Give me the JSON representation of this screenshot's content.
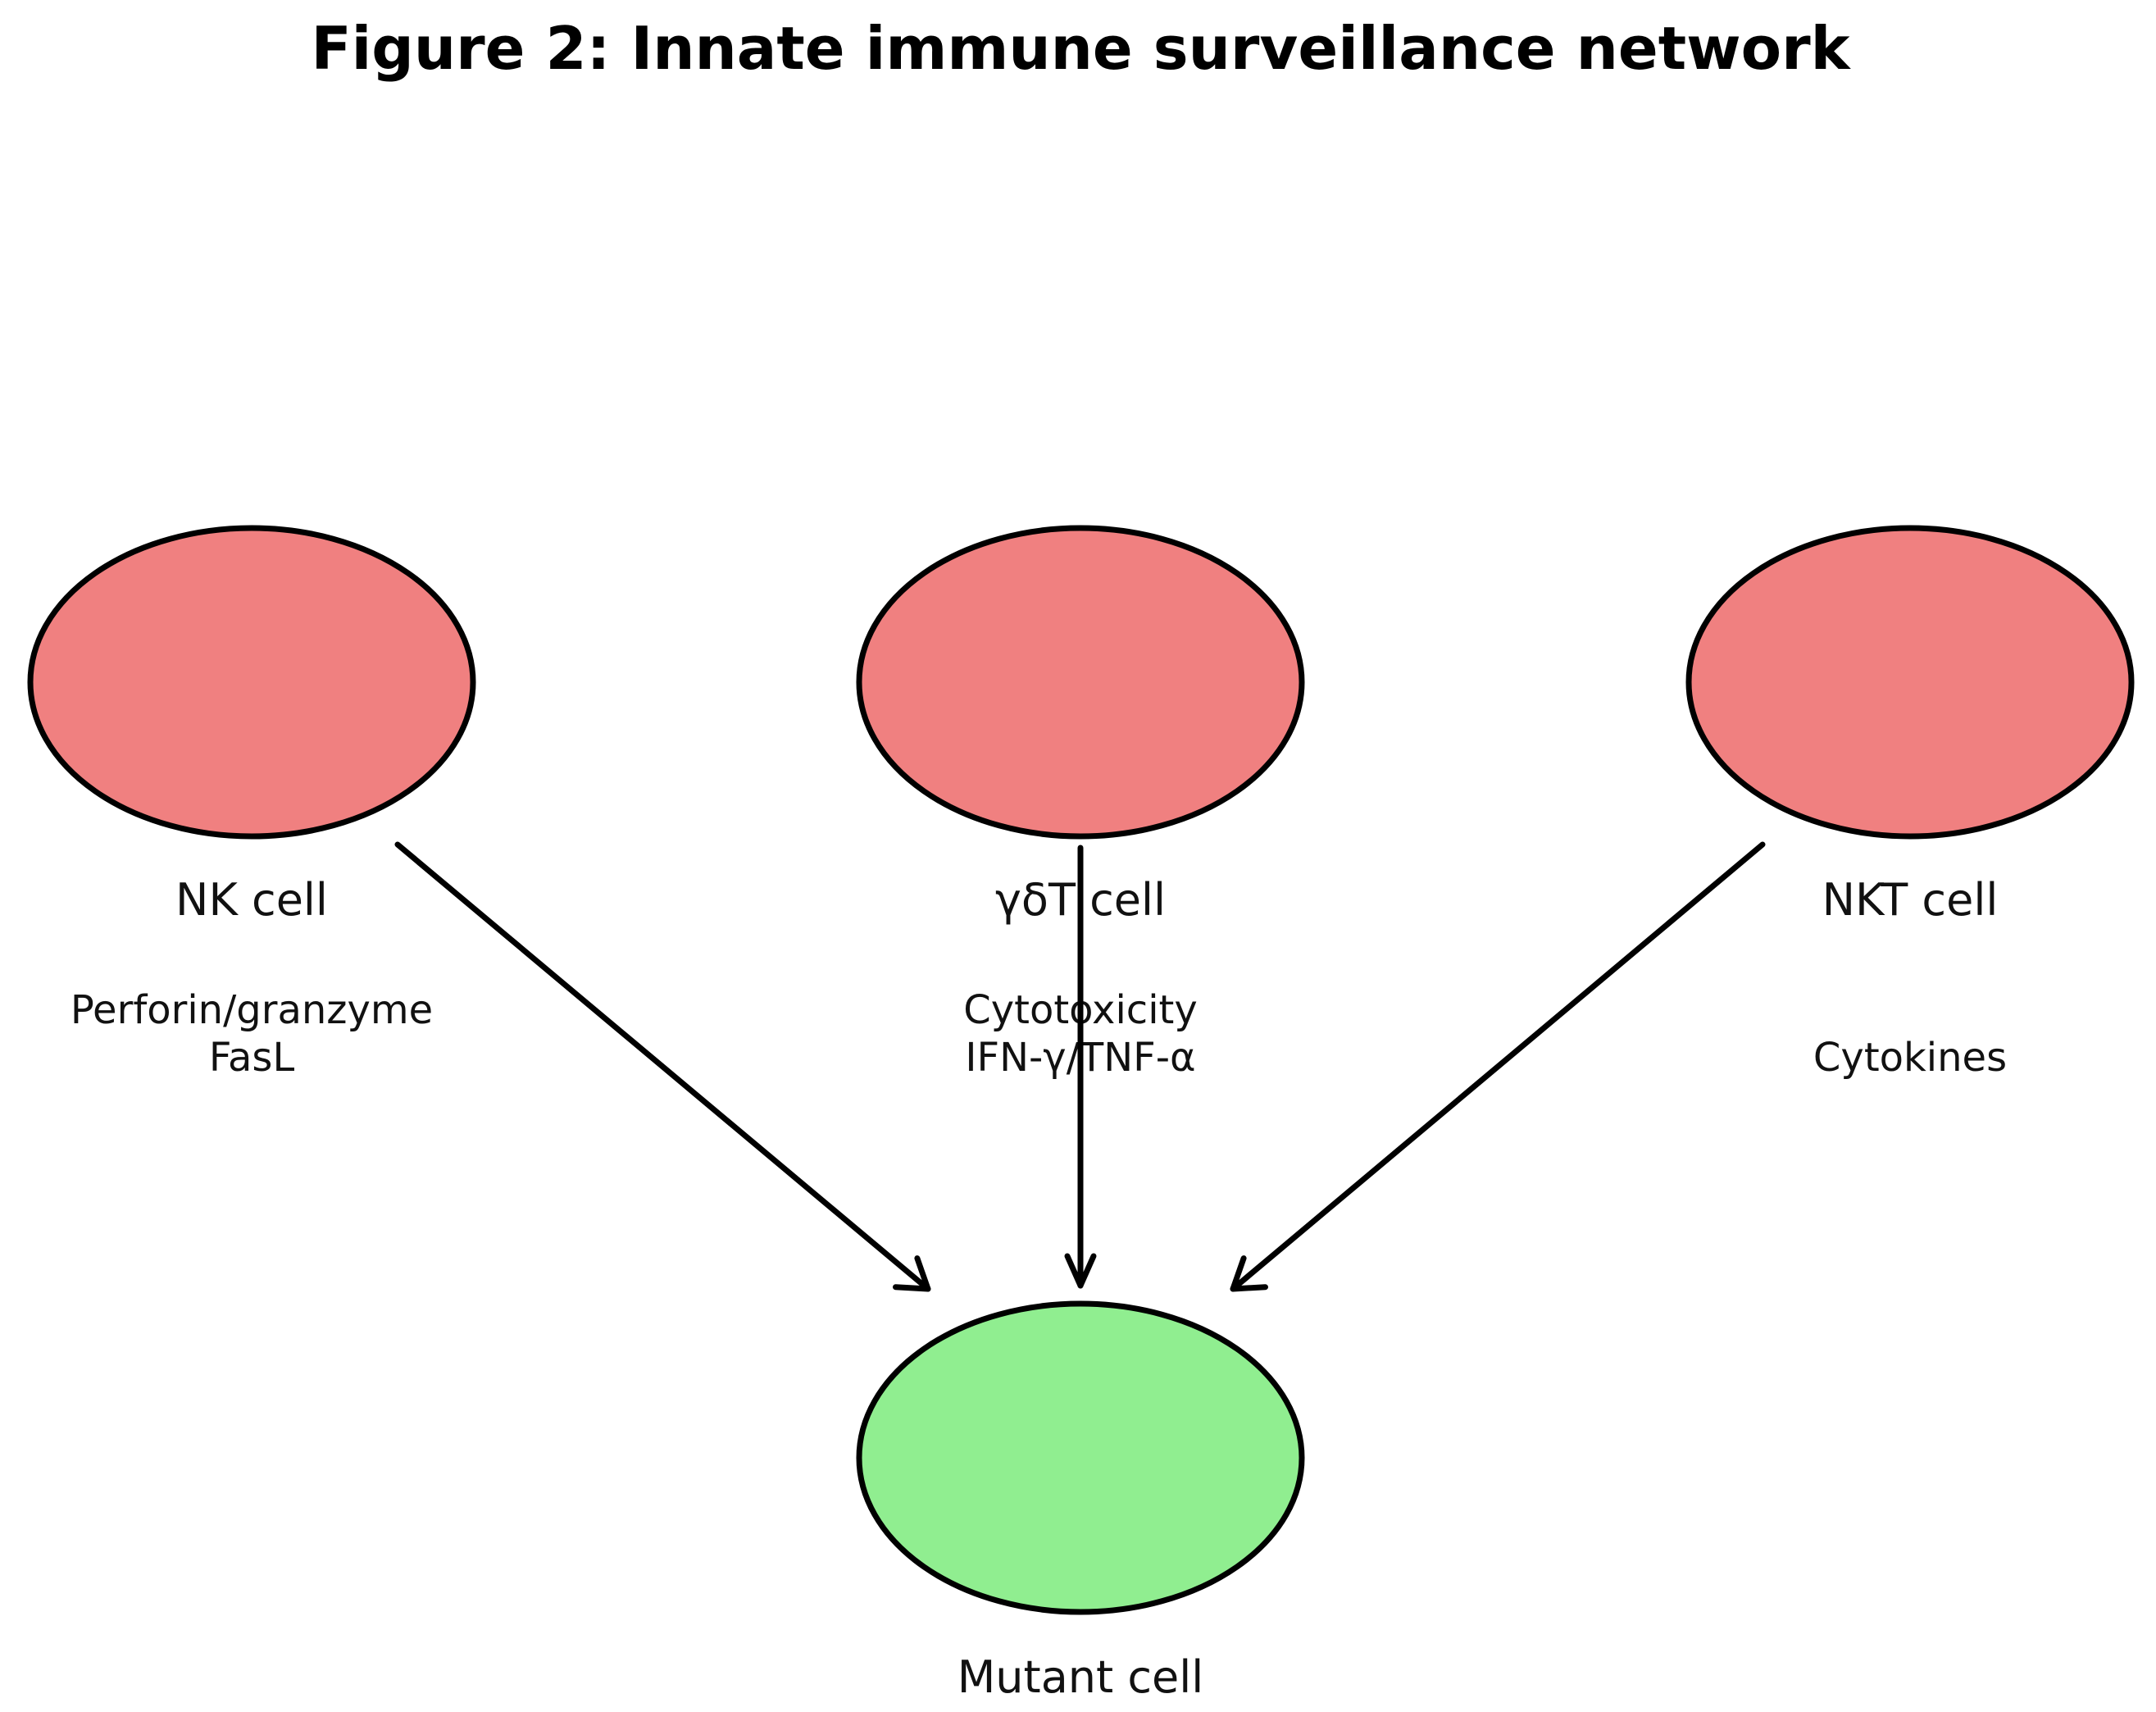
{
  "title": "Figure 2: Innate immune surveillance network",
  "colors": {
    "effector_fill": "#f08080",
    "target_fill": "#90ee90",
    "outline": "#000000"
  },
  "effectors": [
    {
      "label": "NK cell",
      "mechanism": [
        "Perforin/granzyme",
        "FasL"
      ]
    },
    {
      "label": "γδT cell",
      "mechanism": [
        "Cytotoxicity",
        "IFN-γ/TNF-α"
      ]
    },
    {
      "label": "NKT cell",
      "mechanism": [
        "",
        "Cytokines"
      ]
    }
  ],
  "target": {
    "label": "Mutant cell"
  }
}
